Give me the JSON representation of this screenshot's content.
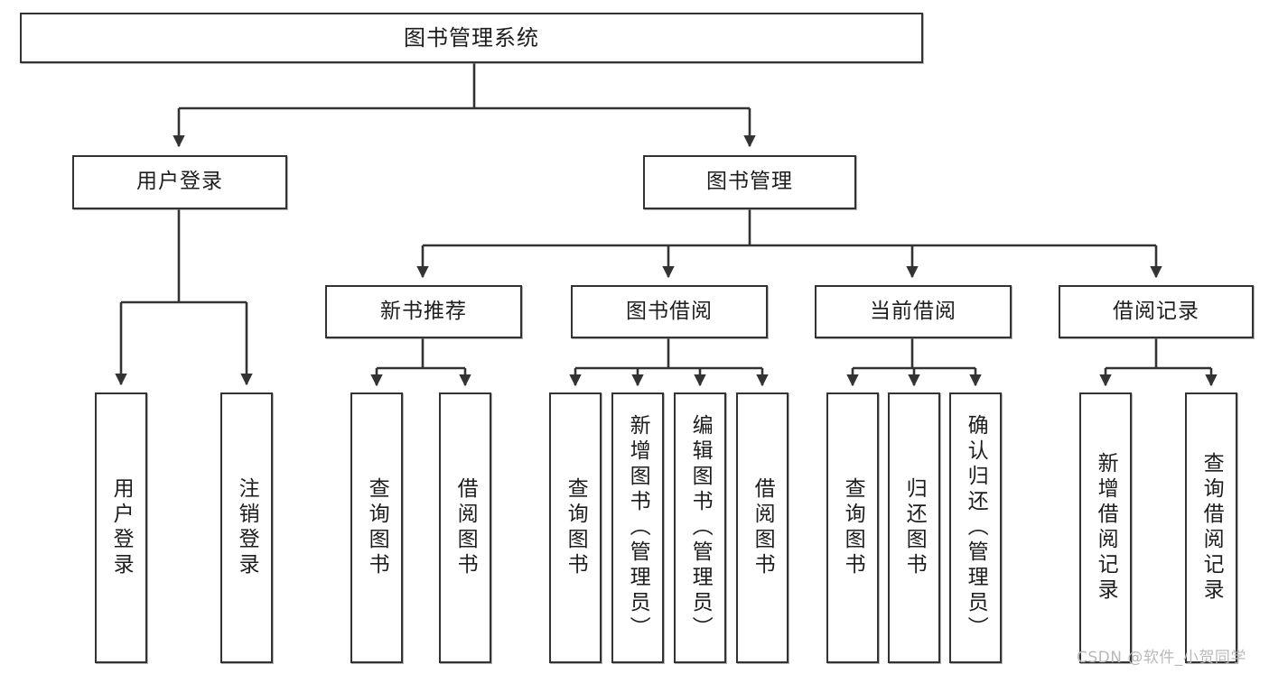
{
  "diagram": {
    "title": "图书管理系统",
    "type": "tree",
    "orientation": "top-down",
    "stroke_color": "#333333",
    "fill_color": "#ffffff",
    "text_color": "#1d1d1d",
    "nodes": {
      "root": "图书管理系统",
      "level1": [
        "用户登录",
        "图书管理"
      ],
      "level2": [
        "新书推荐",
        "图书借阅",
        "当前借阅",
        "借阅记录"
      ],
      "leaves_user_login": [
        "用户登录",
        "注销登录"
      ],
      "leaves_new_book": [
        "查询图书",
        "借阅图书"
      ],
      "leaves_borrow": [
        "查询图书",
        "新增图书（管理员）",
        "编辑图书（管理员）",
        "借阅图书"
      ],
      "leaves_current": [
        "查询图书",
        "归还图书",
        "确认归还（管理员）"
      ],
      "leaves_record": [
        "新增借阅记录",
        "查询借阅记录"
      ]
    }
  },
  "watermark": {
    "text": "CSDN @软件_小贺同学"
  }
}
